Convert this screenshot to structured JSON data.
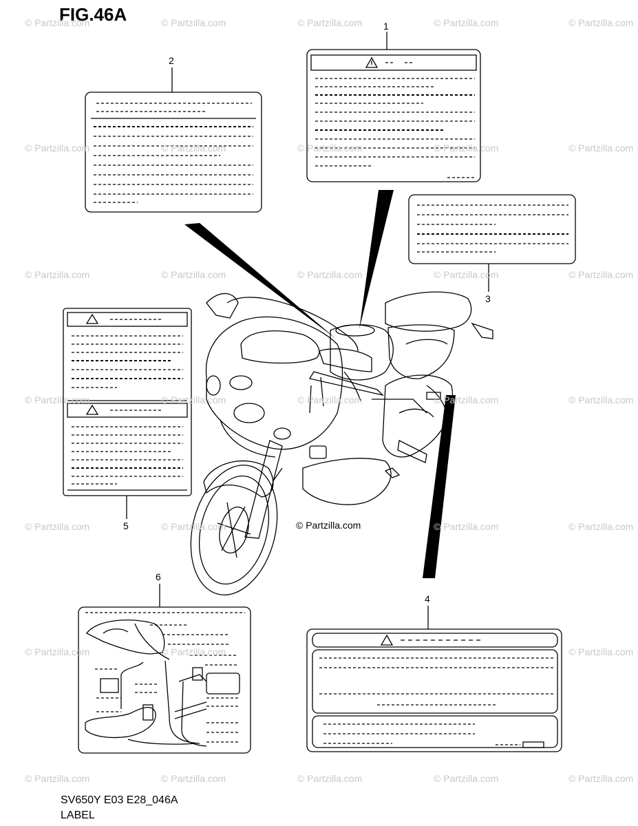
{
  "figure": {
    "title": "FIG.46A",
    "code": "SV650Y E03 E28_046A",
    "name": "LABEL",
    "copyright": "© Partzilla.com",
    "watermark": "© Partzilla.com"
  },
  "callouts": [
    {
      "id": "1",
      "label": "1"
    },
    {
      "id": "2",
      "label": "2"
    },
    {
      "id": "3",
      "label": "3"
    },
    {
      "id": "4",
      "label": "4"
    },
    {
      "id": "5",
      "label": "5"
    },
    {
      "id": "6",
      "label": "6"
    }
  ],
  "colors": {
    "line": "#000000",
    "watermark": "#c8c8c8",
    "background": "#ffffff"
  }
}
